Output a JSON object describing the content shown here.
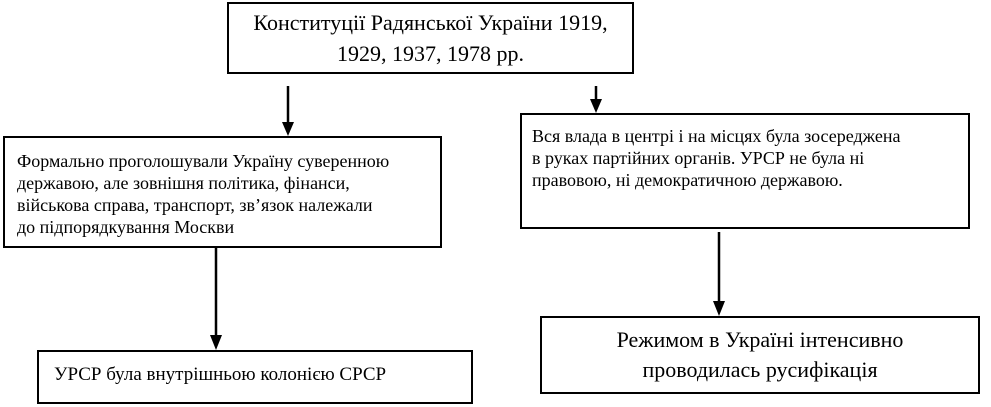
{
  "diagram": {
    "top": {
      "line1": "Конституції Радянської України 1919,",
      "line2": "1929, 1937, 1978 рр."
    },
    "left_mid": {
      "line1": "Формально проголошували Україну суверенною",
      "line2": "державою, але зовнішня політика, фінанси,",
      "line3": "військова справа, транспорт, зв’язок належали",
      "line4": "до підпорядкування Москви"
    },
    "right_mid": {
      "line1": "Вся влада в центрі і на місцях була зосереджена",
      "line2": "в руках партійних органів. УРСР не була ні",
      "line3": "правовою, ні демократичною державою."
    },
    "left_bottom": {
      "line1": "УРСР була внутрішньою колонією СРСР"
    },
    "right_bottom": {
      "line1": "Режимом в Україні інтенсивно",
      "line2": "проводилась русифікація"
    }
  }
}
